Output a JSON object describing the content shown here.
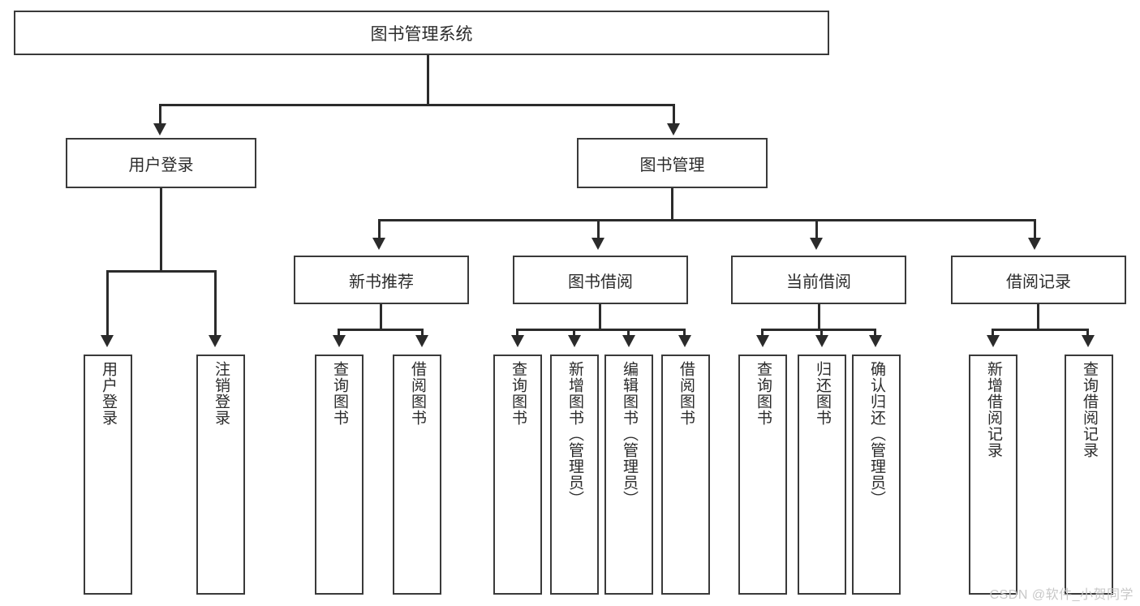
{
  "diagram": {
    "type": "tree",
    "title": "图书管理系统",
    "watermark": "CSDN @软件_小贺同学",
    "colors": {
      "stroke": "#3a3a3a",
      "line": "#2b2b2b",
      "text": "#2b2b2b",
      "background": "#ffffff",
      "watermark": "#c8c8c8"
    },
    "levels": {
      "root": {
        "label": "图书管理系统"
      },
      "level1": [
        {
          "label": "用户登录"
        },
        {
          "label": "图书管理"
        }
      ],
      "level2": [
        {
          "label": "新书推荐"
        },
        {
          "label": "图书借阅"
        },
        {
          "label": "当前借阅"
        },
        {
          "label": "借阅记录"
        }
      ],
      "leaves": {
        "user_login": [
          {
            "label": "用户登录"
          },
          {
            "label": "注销登录"
          }
        ],
        "new_book_recommend": [
          {
            "label": "查询图书"
          },
          {
            "label": "借阅图书"
          }
        ],
        "book_borrow": [
          {
            "label": "查询图书"
          },
          {
            "label": "新增图书（管理员）"
          },
          {
            "label": "编辑图书（管理员）"
          },
          {
            "label": "借阅图书"
          }
        ],
        "current_borrow": [
          {
            "label": "查询图书"
          },
          {
            "label": "归还图书"
          },
          {
            "label": "确认归还（管理员）"
          }
        ],
        "borrow_record": [
          {
            "label": "新增借阅记录"
          },
          {
            "label": "查询借阅记录"
          }
        ]
      }
    }
  }
}
